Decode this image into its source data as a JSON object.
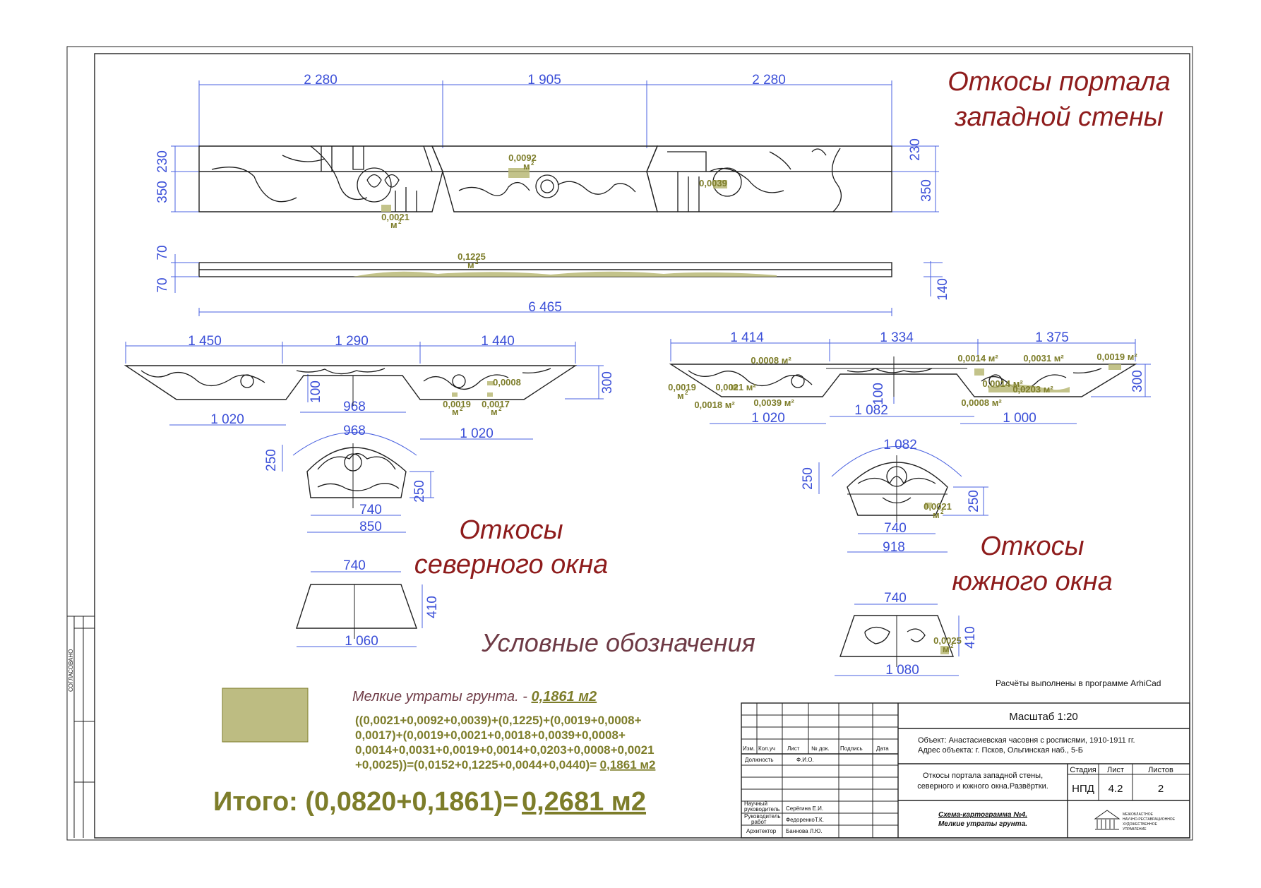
{
  "titles": {
    "portal": [
      "Откосы портала",
      "западной стены"
    ],
    "north": [
      "Откосы",
      "северного окна"
    ],
    "south": [
      "Откосы",
      "южного окна"
    ],
    "legend": "Условные обозначения"
  },
  "dims": {
    "portal_top": [
      "2 280",
      "1 905",
      "2 280"
    ],
    "portal_left": [
      "230",
      "350"
    ],
    "portal_right": [
      "230",
      "350"
    ],
    "strip_left": [
      "70",
      "70"
    ],
    "strip_right": "140",
    "strip_total": "6 465",
    "north_top": [
      "1 450",
      "1 290",
      "1 440"
    ],
    "north_bottom": [
      "1 020",
      "968",
      "1 020"
    ],
    "north_h_mid": "100",
    "north_h_right": "300",
    "north_arch_w": "968",
    "north_arch_h1": "250",
    "north_arch_h2": "250",
    "north_arch_b1": "740",
    "north_arch_b2": "850",
    "north_trap_top": "740",
    "north_trap_h": "410",
    "north_trap_bottom": "1 060",
    "south_top": [
      "1 414",
      "1 334",
      "1 375"
    ],
    "south_bottom": [
      "1 020",
      "1 082",
      "1 000"
    ],
    "south_h_mid": "100",
    "south_h_right": "300",
    "south_arch_w": "1 082",
    "south_arch_h1": "250",
    "south_arch_h2": "250",
    "south_arch_b1": "740",
    "south_arch_b2": "918",
    "south_trap_top": "740",
    "south_trap_h": "410",
    "south_trap_bottom": "1 080"
  },
  "losses": {
    "portal_a": "0,0092",
    "portal_b": "0,0021",
    "portal_c": "0,0039",
    "strip": "0,1225",
    "north_a": "0,0008",
    "north_b": "0,0019",
    "north_c": "0,0017",
    "south_a": "0,0008 м²",
    "south_b": "0,0014 м²",
    "south_c": "0,0031 м²",
    "south_d": "0,0019 м²",
    "south_e": "0,0019",
    "south_f": "0,0021 м²",
    "south_g": "0,0018 м²",
    "south_h": "0,0039 м²",
    "south_i": "0,0014 м²",
    "south_j": "0,0203 м²",
    "south_k": "0,0008 м²",
    "south_arch": "0,0021",
    "south_trap": "0,0025",
    "unit": "м",
    "unit_sup": "2"
  },
  "legend": {
    "label": "Мелкие утраты грунта. - ",
    "value": "0,1861 м2",
    "swatch_color": "#bdbc82",
    "formula": [
      "((0,0021+0,0092+0,0039)+(0,1225)+(0,0019+0,0008+",
      "0,0017)+(0,0019+0,0021+0,0018+0,0039+0,0008+",
      "0,0014+0,0031+0,0019+0,0014+0,0203+0,0008+0,0021",
      "+0,0025))=(0,0152+0,1225+0,0044+0,0440)="
    ],
    "formula_result": "0,1861 м2",
    "total_prefix": "Итого: (0,0820+0,1861)=",
    "total_value": "0,2681 м2"
  },
  "note": "Расчёты выполнены в программе ArhiCad",
  "side_label": "СОГЛАСОВАНО",
  "stamp": {
    "scale": "Масштаб 1:20",
    "object": "Объект: Анастасиевская часовня с росписями, 1910-1911 гг.",
    "address": "Адрес объекта: г. Псков, Ольгинская наб., 5-Б",
    "header": [
      "Изм.",
      "Кол.уч",
      "Лист",
      "№ док.",
      "Подпись",
      "Дата"
    ],
    "position": "Должность",
    "fio": "Ф.И.О.",
    "sheet_title": [
      "Откосы портала западной стены,",
      "северного и южного окна.Развёртки."
    ],
    "stage_head": [
      "Стадия",
      "Лист",
      "Листов"
    ],
    "stage_vals": [
      "НПД",
      "4.2",
      "2"
    ],
    "roles": [
      {
        "role": [
          "Научный",
          "руководитель"
        ],
        "name": "Серёгина Е.И."
      },
      {
        "role": [
          "Руководитель",
          "работ"
        ],
        "name": "ФедоренкоТ.К."
      },
      {
        "role": [
          "Архитектор"
        ],
        "name": "Баннова Л.Ю."
      }
    ],
    "scheme": [
      "Схема-картограмма №4.",
      "Мелкие утраты грунта."
    ],
    "org": [
      "МЕЖОБЛАСТНОЕ",
      "НАУЧНО-РЕСТАВРАЦИОННОЕ",
      "ХУДОЖЕСТВЕННОЕ",
      "УПРАВЛЕНИЕ"
    ]
  }
}
